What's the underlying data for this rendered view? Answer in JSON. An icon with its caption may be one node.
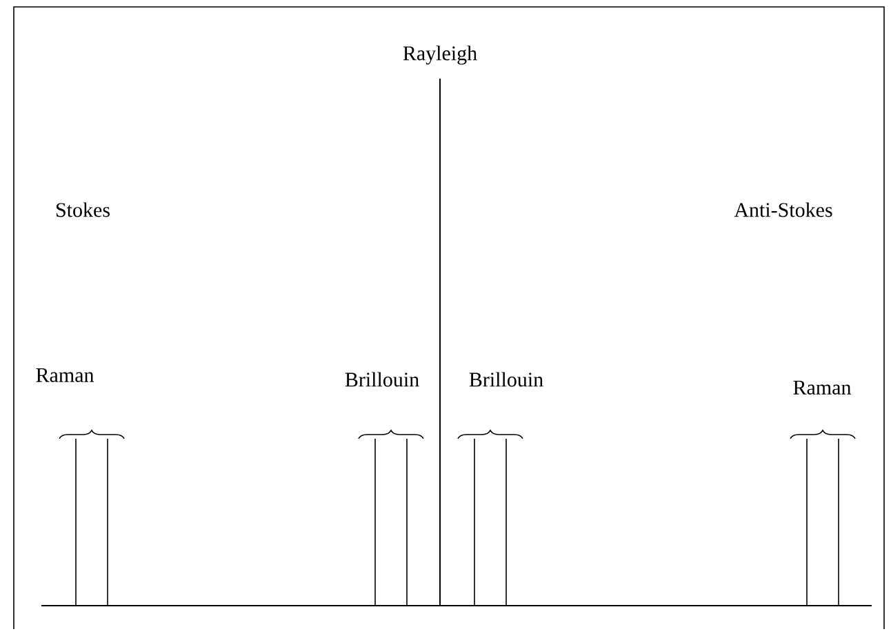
{
  "diagram": {
    "labels": [
      "Rayleigh",
      "Stokes",
      "Anti-Stokes",
      "Raman",
      "Brillouin",
      "Brillouin",
      "Raman"
    ]
  }
}
